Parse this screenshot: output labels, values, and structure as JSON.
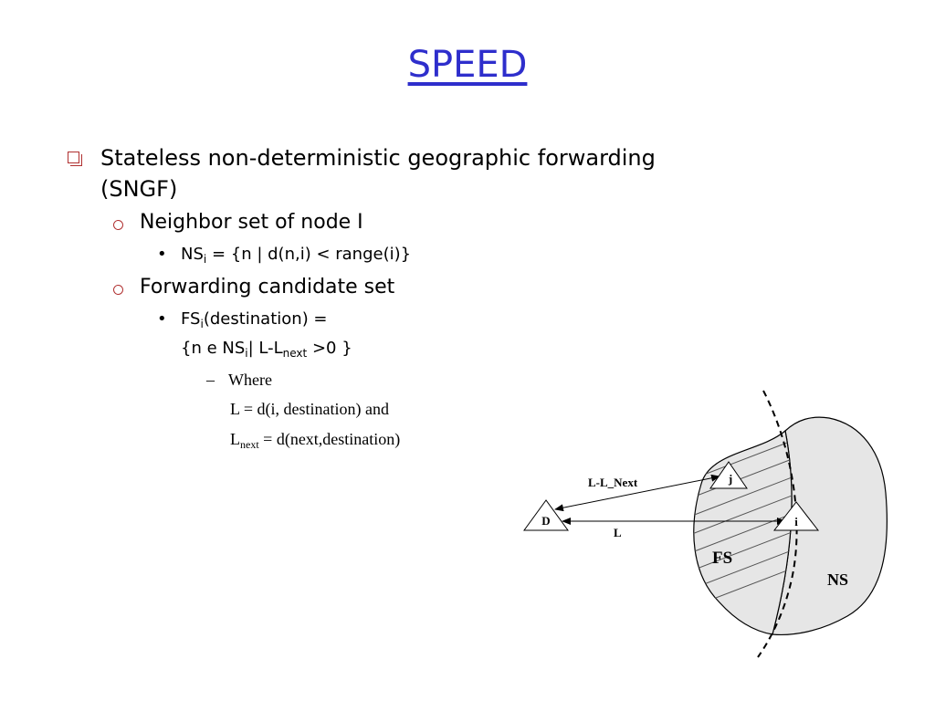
{
  "slide": {
    "title": "SPEED",
    "bullet1": {
      "line1": "Stateless non-deterministic geographic forwarding",
      "line2": "(SNGF)"
    },
    "neighbor": {
      "heading": "Neighbor set of node I",
      "def_prefix": "NS",
      "def_sub": "i",
      "def_rest": " = {n | d(n,i) < range(i)}"
    },
    "forwarding": {
      "heading": "Forwarding candidate set",
      "def_prefix": "FS",
      "def_sub": "i",
      "def_rest": "(destination) =",
      "set_a": "{n e NS",
      "set_sub1": "i",
      "set_b": "| L-L",
      "set_sub2": "next",
      "set_c": " >0 }",
      "where": "Where",
      "l_def": "L = d(i, destination) and",
      "lnext_a": "L",
      "lnext_sub": "next",
      "lnext_b": " = d(next,destination)"
    }
  },
  "diagram": {
    "label_l_next": "L-L_Next",
    "label_l": "L",
    "node_d": "D",
    "node_i": "i",
    "node_j": "j",
    "label_fs": "FS",
    "label_ns": "NS",
    "colors": {
      "region_fill": "#e6e6e6",
      "stroke": "#000000"
    }
  }
}
